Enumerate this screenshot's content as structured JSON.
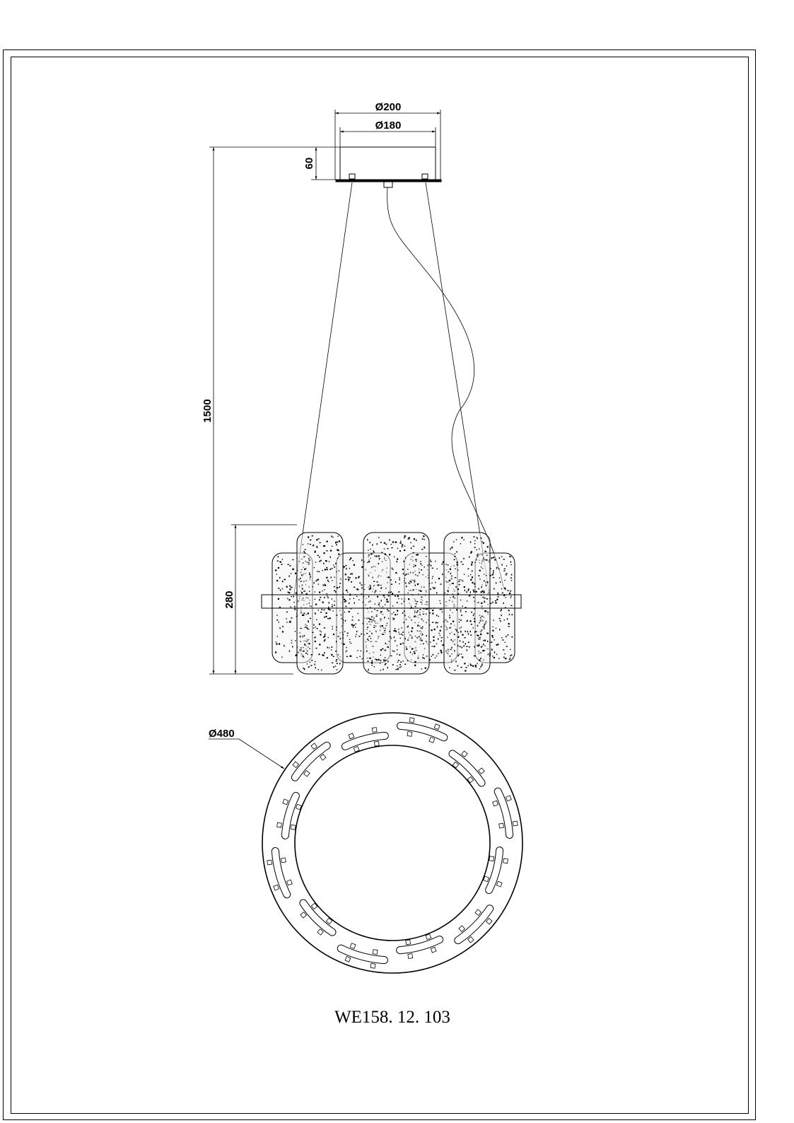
{
  "drawing": {
    "model_number": "WE158. 12. 103",
    "dimensions": {
      "canopy_outer_diameter": "Ø200",
      "canopy_inner_diameter": "Ø180",
      "canopy_height": "60",
      "total_height": "1500",
      "shade_height": "280",
      "shade_diameter": "Ø480"
    },
    "colors": {
      "line": "#000000",
      "background": "#ffffff"
    }
  }
}
